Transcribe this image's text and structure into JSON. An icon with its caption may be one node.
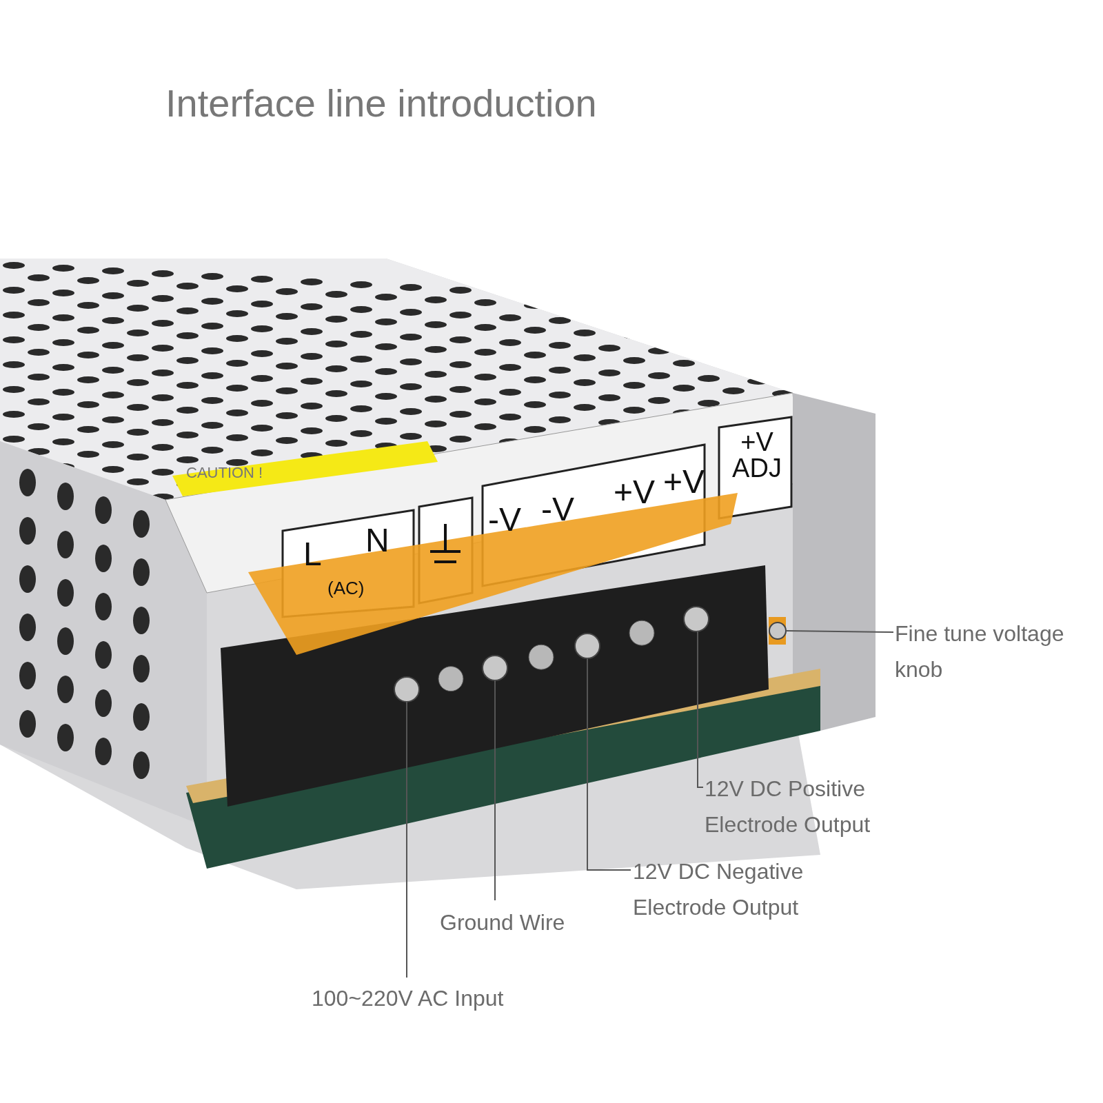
{
  "diagram": {
    "title": "Interface line introduction",
    "nodes": [
      {
        "text": [
          "Fine tune voltage knob"
        ]
      },
      {
        "text": [
          "12V DC Positive Electrode Output"
        ]
      },
      {
        "text": [
          "12V DC Negative Electrode Output"
        ]
      },
      {
        "text": [
          "Ground Wire"
        ]
      },
      {
        "text": [
          "100~220V AC Input"
        ]
      },
      {
        "text": [],
        "shape": "circle"
      },
      {
        "text": [],
        "shape": "circle"
      },
      {
        "text": [],
        "shape": "circle"
      },
      {
        "text": [],
        "shape": "circle"
      },
      {
        "text": [],
        "shape": "circle"
      }
    ],
    "edges": [
      {
        "from": 0,
        "to": 5,
        "arrow": "none"
      },
      {
        "from": 1,
        "to": 6,
        "arrow": "none"
      },
      {
        "from": 2,
        "to": 7,
        "arrow": "none"
      },
      {
        "from": 3,
        "to": 8,
        "arrow": "none"
      },
      {
        "from": 4,
        "to": 9,
        "arrow": "none"
      }
    ],
    "labels": [
      "CAUTION !",
      "+V ADJ",
      "L",
      "N",
      "-V",
      "-V",
      "+V",
      "+V",
      "(AC)"
    ]
  }
}
